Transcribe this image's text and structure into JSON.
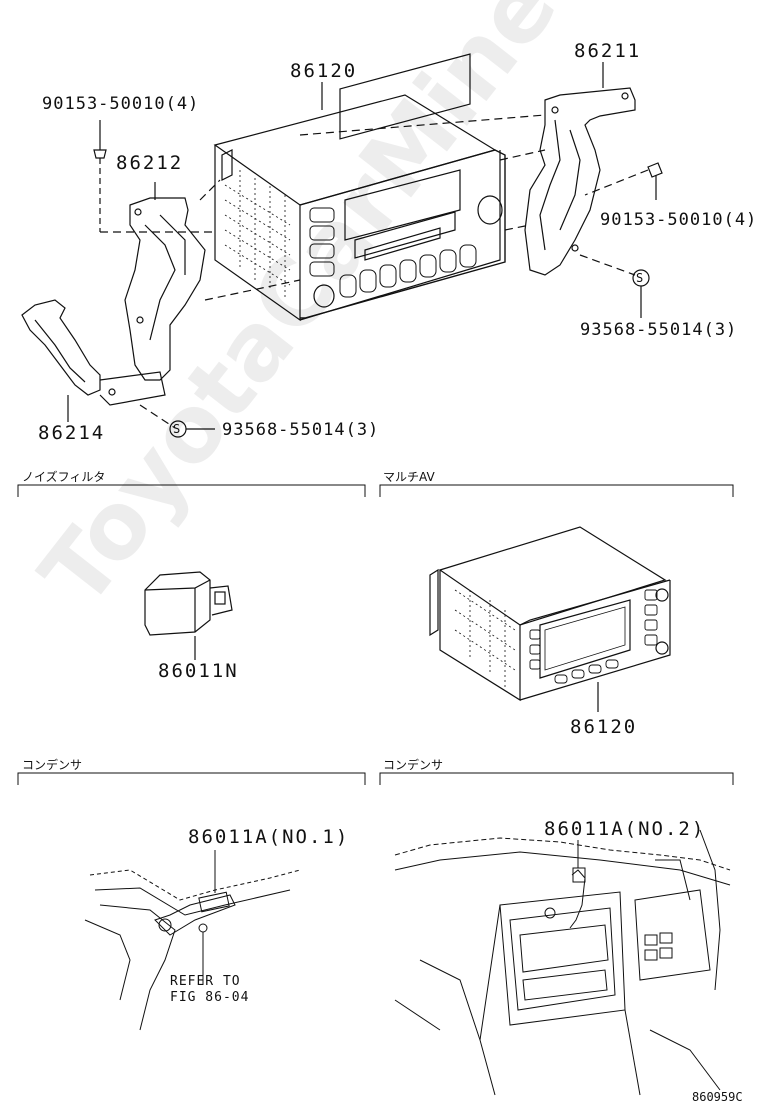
{
  "watermark": "ToyotaCarMine.ru",
  "parts": {
    "p86120_top": "86120",
    "p86211": "86211",
    "p86212": "86212",
    "p86214": "86214",
    "screw_left": "90153-50010(4)",
    "screw_right": "90153-50010(4)",
    "washer_right": "93568-55014(3)",
    "washer_bottom": "93568-55014(3)",
    "p86011N": "86011N",
    "p86120_av": "86120",
    "p86011A_1": "86011A(NO.1)",
    "p86011A_2": "86011A(NO.2)"
  },
  "sections": {
    "noise_filter": "ノイズフィルタ",
    "multi_av": "マルチAV",
    "condenser_left": "コンデンサ",
    "condenser_right": "コンデンサ"
  },
  "notes": {
    "refer_line1": "REFER TO",
    "refer_line2": "FIG 86-04"
  },
  "symbols": {
    "washer_symbol": "S"
  },
  "footer": {
    "diagram_code": "860959C"
  }
}
